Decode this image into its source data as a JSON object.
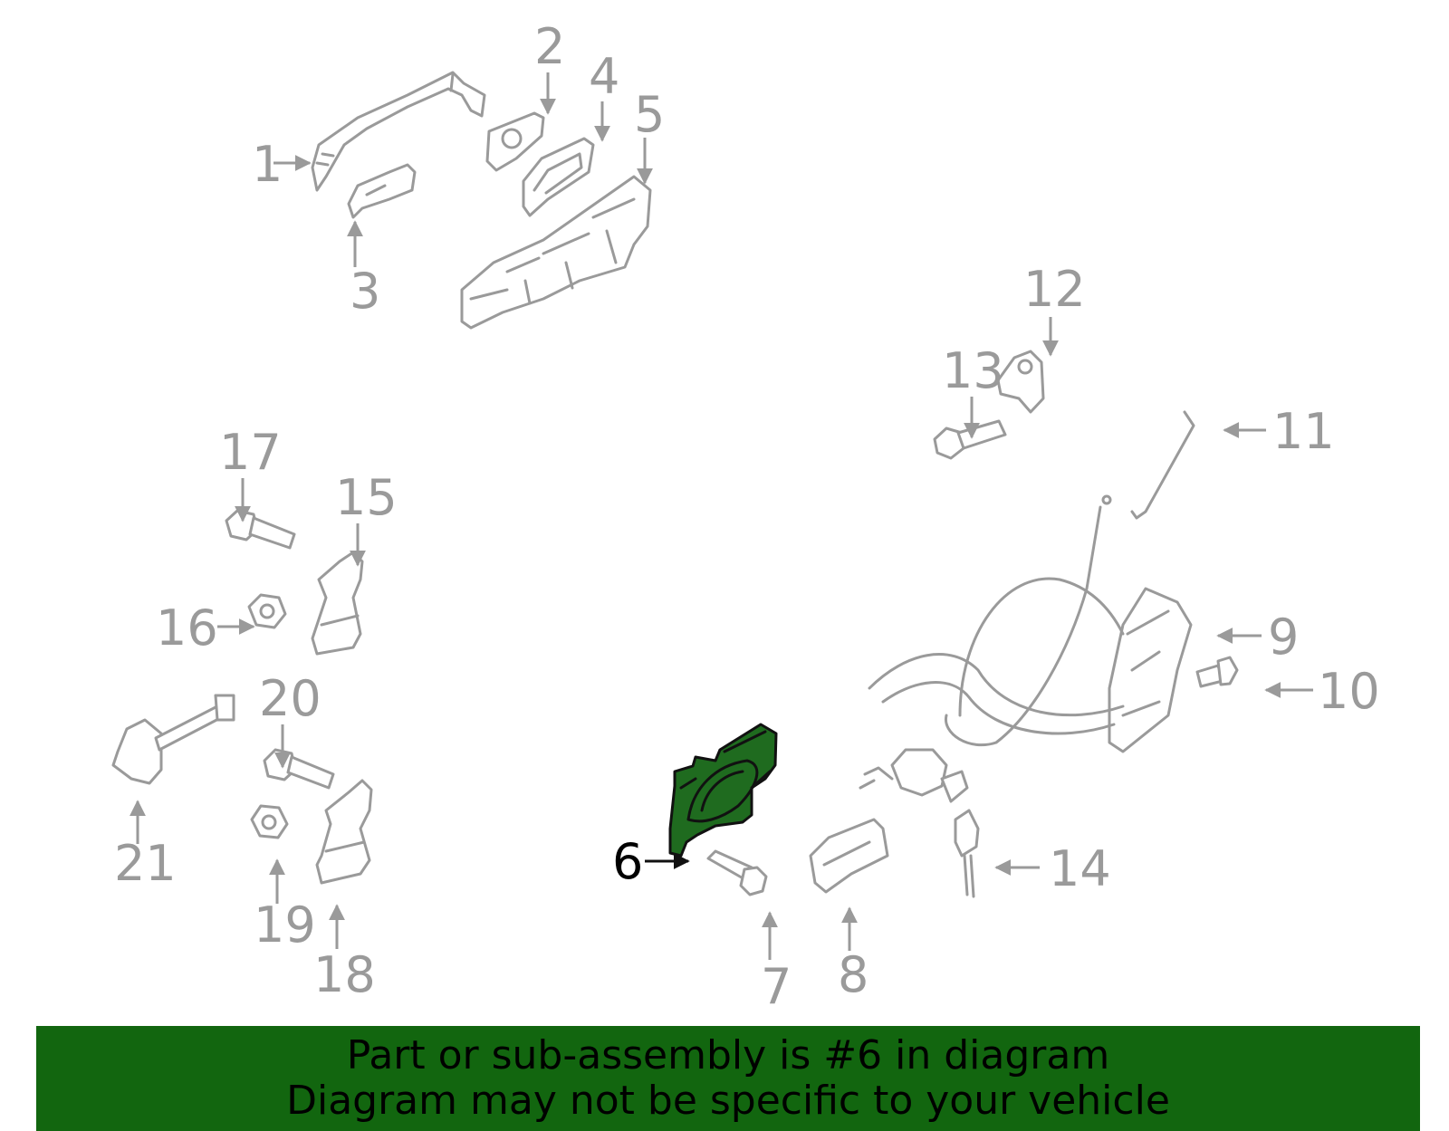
{
  "callouts": {
    "c1": "1",
    "c2": "2",
    "c3": "3",
    "c4": "4",
    "c5": "5",
    "c6": "6",
    "c7": "7",
    "c8": "8",
    "c9": "9",
    "c10": "10",
    "c11": "11",
    "c12": "12",
    "c13": "13",
    "c14": "14",
    "c15": "15",
    "c16": "16",
    "c17": "17",
    "c18": "18",
    "c19": "19",
    "c20": "20",
    "c21": "21"
  },
  "highlighted_part": "6",
  "colors": {
    "highlight_fill": "#1f6b1f",
    "banner": "#12660f",
    "line_art": "#9a9a9a"
  },
  "banner": {
    "line1": "Part or sub-assembly is #6 in diagram",
    "line2": "Diagram may not be specific to your vehicle"
  }
}
